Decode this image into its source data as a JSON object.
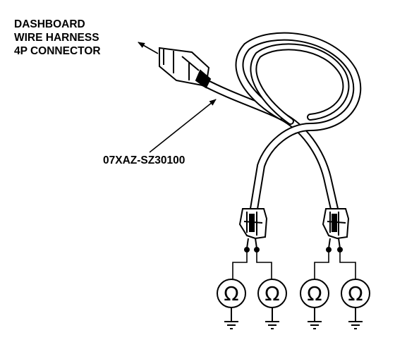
{
  "labels": {
    "connector_line1": "DASHBOARD",
    "connector_line2": "WIRE HARNESS",
    "connector_line3": "4P CONNECTOR",
    "part_number": "07XAZ-SZ30100"
  },
  "ohm_symbol": "Ω",
  "colors": {
    "ink": "#000000",
    "paper": "#ffffff"
  }
}
